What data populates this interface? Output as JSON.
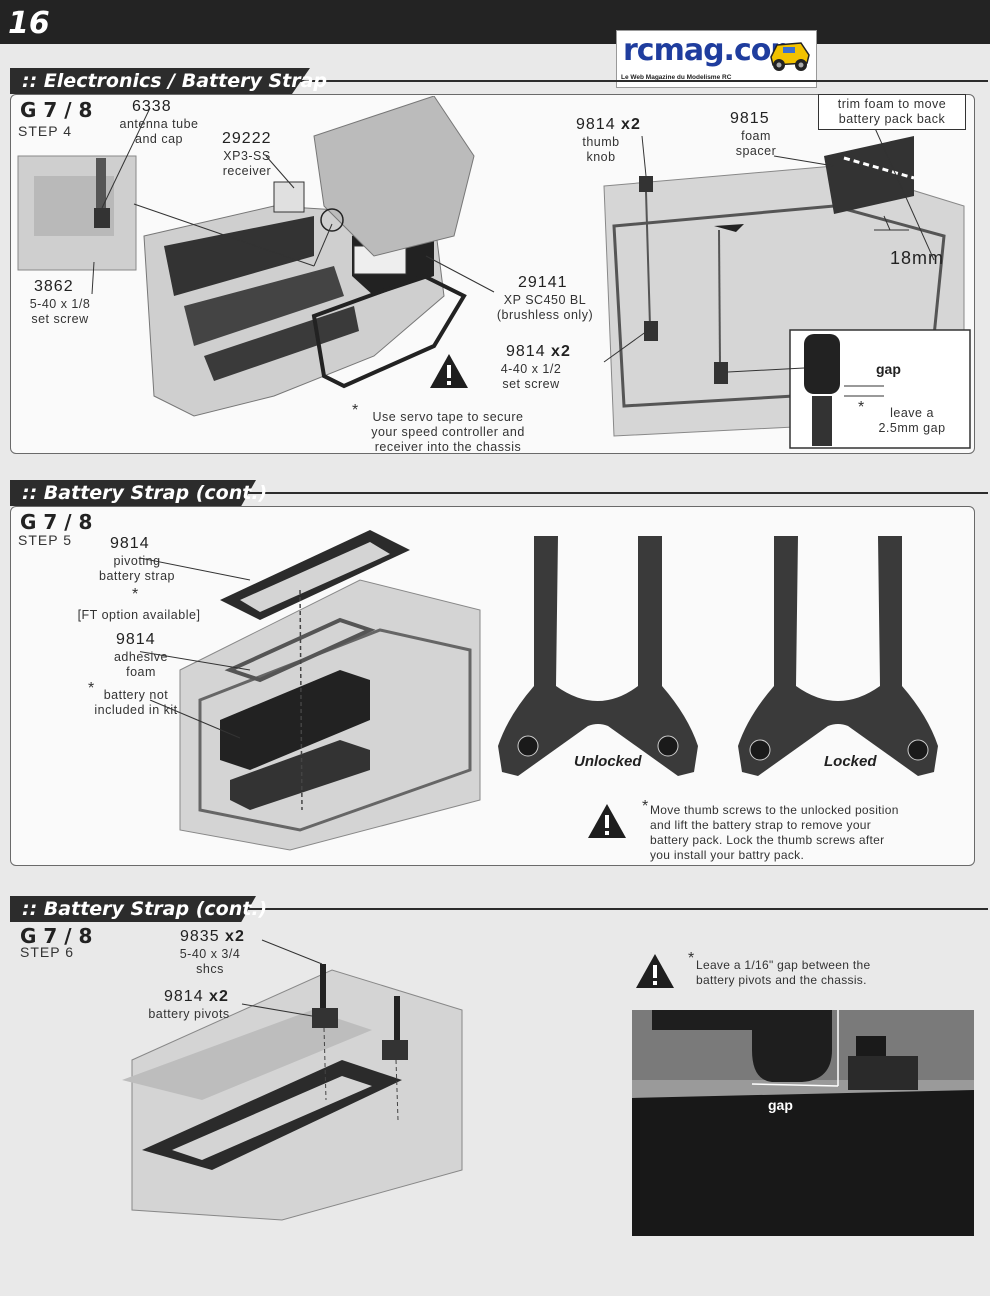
{
  "page_number": "16",
  "logo": {
    "text": "rcmag.com",
    "tagline": "Le Web Magazine du Modelisme RC"
  },
  "sections": [
    {
      "title": ":: Electronics / Battery Strap",
      "code": "G 7 / 8",
      "step": "STEP 4",
      "parts": [
        {
          "number": "6338",
          "desc": [
            "antenna tube",
            "and cap"
          ]
        },
        {
          "number": "29222",
          "desc": [
            "XP3-SS",
            "receiver"
          ]
        },
        {
          "number": "3862",
          "desc": [
            "5-40 x 1/8",
            "set screw"
          ]
        },
        {
          "number": "29141",
          "desc": [
            "XP SC450 BL",
            "(brushless only)"
          ]
        },
        {
          "number": "9814",
          "qty": "x2",
          "desc": [
            "thumb",
            "knob"
          ]
        },
        {
          "number": "9815",
          "desc": [
            "foam",
            "spacer"
          ]
        },
        {
          "number": "9814",
          "qty": "x2",
          "desc": [
            "4-40 x 1/2",
            "set screw"
          ]
        }
      ],
      "trim_note": [
        "trim foam to move",
        "battery pack back"
      ],
      "dimension": "18mm",
      "gap_label": "gap",
      "gap_note": [
        "leave a",
        "2.5mm gap"
      ],
      "servo_note": [
        "Use servo tape to secure",
        "your speed controller and",
        "receiver into the chassis"
      ]
    },
    {
      "title": ":: Battery Strap (cont.)",
      "code": "G 7 / 8",
      "step": "STEP 5",
      "parts": [
        {
          "number": "9814",
          "desc": [
            "pivoting",
            "battery strap"
          ]
        },
        {
          "number": "9814",
          "desc": [
            "adhesive",
            "foam"
          ]
        }
      ],
      "ft_option": "[FT option available]",
      "battery_note": [
        "battery not",
        "included in kit"
      ],
      "unlocked_label": "Unlocked",
      "locked_label": "Locked",
      "thumb_note": [
        "Move thumb screws to the unlocked position",
        "and lift the battery strap to remove your",
        "battery pack.  Lock the thumb screws after",
        "you install your battry pack."
      ]
    },
    {
      "title": ":: Battery Strap (cont.)",
      "code": "G 7 / 8",
      "step": "STEP 6",
      "parts": [
        {
          "number": "9835",
          "qty": "x2",
          "desc": [
            "5-40 x 3/4",
            "shcs"
          ]
        },
        {
          "number": "9814",
          "qty": "x2",
          "desc": [
            "battery pivots"
          ]
        }
      ],
      "gap_note": [
        "Leave a 1/16\" gap between the",
        "battery pivots and the chassis."
      ],
      "gap_label": "gap"
    }
  ]
}
